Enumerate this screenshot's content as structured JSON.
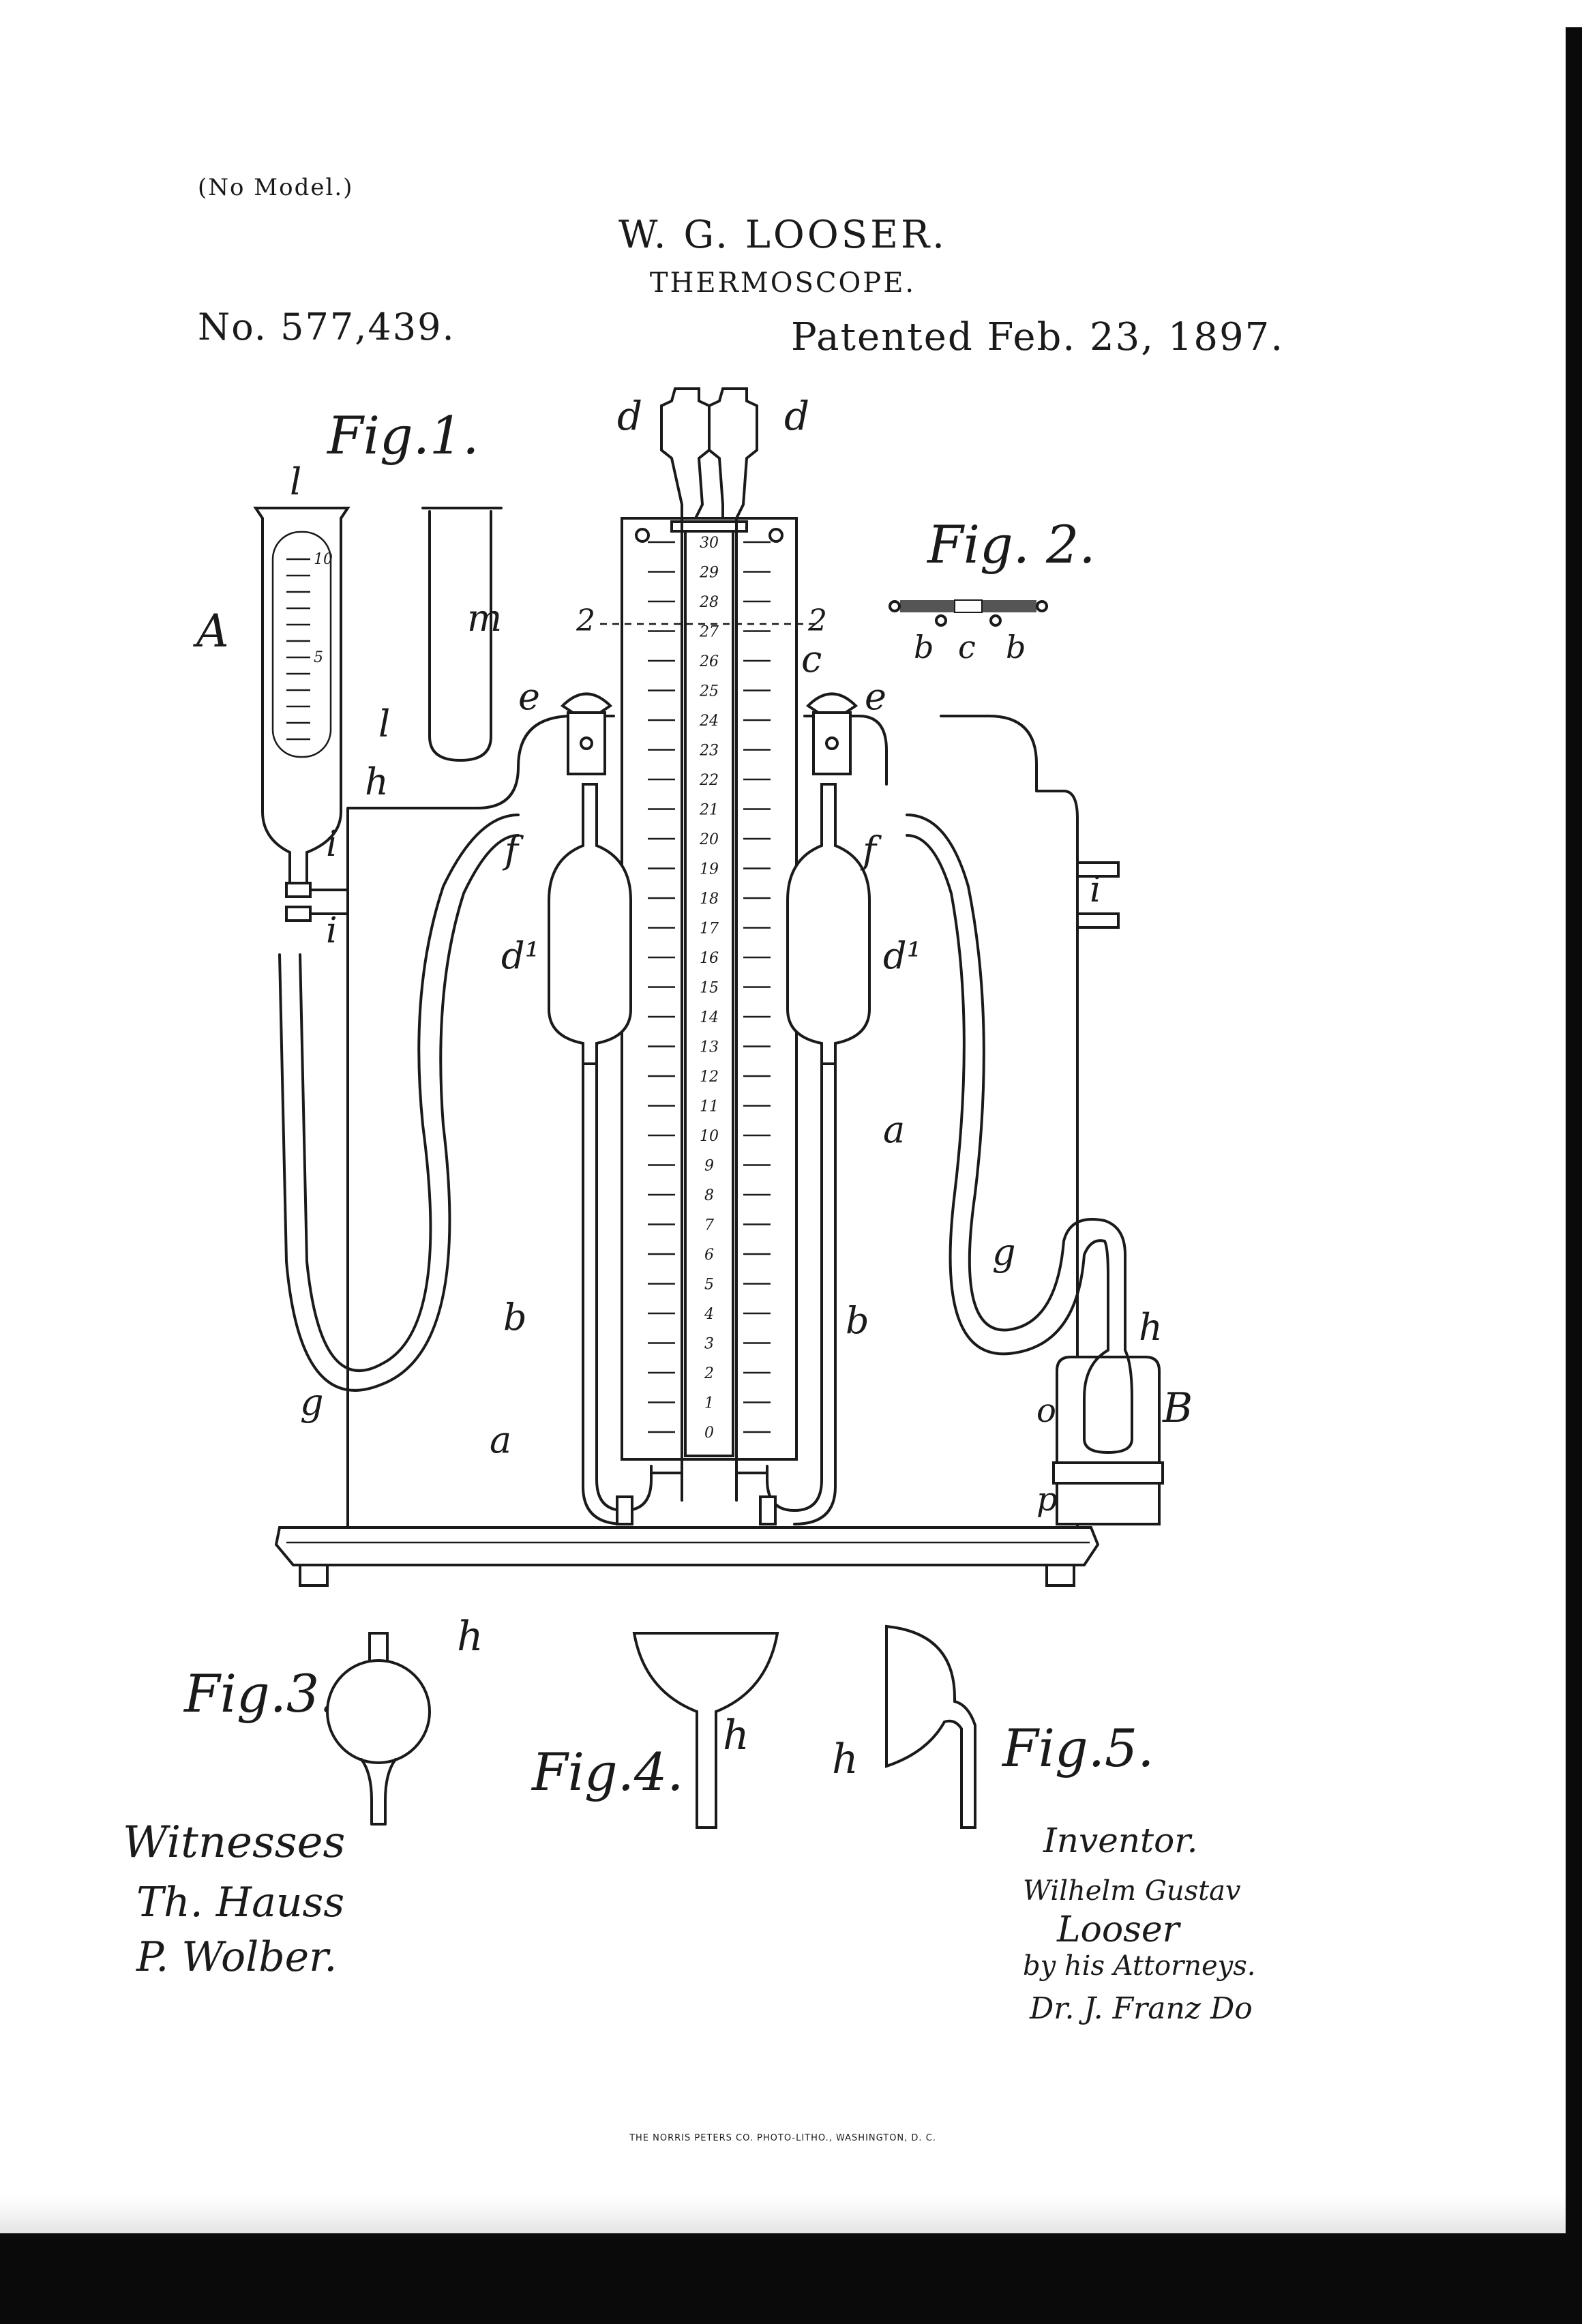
{
  "header": {
    "no_model": "(No Model.)",
    "inventor": "W. G. LOOSER.",
    "title": "THERMOSCOPE.",
    "patent_number": "No. 577,439.",
    "patented": "Patented Feb. 23, 1897."
  },
  "figures": {
    "fig1": "Fig.1.",
    "fig2": "Fig. 2.",
    "fig3": "Fig.3.",
    "fig4": "Fig.4.",
    "fig5": "Fig.5."
  },
  "refs": {
    "A": "A",
    "B": "B",
    "a": "a",
    "b": "b",
    "c": "c",
    "d": "d",
    "d1": "d¹",
    "e": "e",
    "f": "f",
    "g": "g",
    "h": "h",
    "i": "i",
    "l": "l",
    "m": "m",
    "o": "o",
    "p": "p",
    "two": "2"
  },
  "scale": {
    "main": [
      "30",
      "29",
      "28",
      "27",
      "26",
      "25",
      "24",
      "23",
      "22",
      "21",
      "20",
      "19",
      "18",
      "17",
      "16",
      "15",
      "14",
      "13",
      "12",
      "11",
      "10",
      "9",
      "8",
      "7",
      "6",
      "5",
      "4",
      "3",
      "2",
      "1",
      "0"
    ],
    "cylinder_A": [
      "10",
      "5"
    ]
  },
  "signatures": {
    "witnesses_heading": "Witnesses",
    "witness_1": "Th. Hauss",
    "witness_2": "P. Wolber.",
    "inventor_heading": "Inventor.",
    "inventor_name_1": "Wilhelm Gustav",
    "inventor_name_2": "Looser",
    "attorneys": "by his Attorneys.",
    "attorney_name": "Dr. J. Franz Do"
  },
  "printer": "THE NORRIS PETERS CO. PHOTO-LITHO., WASHINGTON, D. C."
}
